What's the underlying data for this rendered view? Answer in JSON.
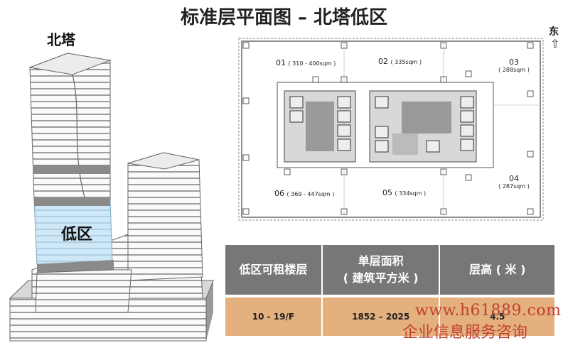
{
  "title": "标准层平面图 – 北塔低区",
  "tower_label": "北塔",
  "zone_label": "低区",
  "compass": {
    "label": "东",
    "arrow": "⇧"
  },
  "floor_plan": {
    "units": [
      {
        "id": "01",
        "area": "( 310 - 400sqm )"
      },
      {
        "id": "02",
        "area": "( 335sqm )"
      },
      {
        "id": "03",
        "area": "( 288sqm )"
      },
      {
        "id": "04",
        "area": "( 287sqm )"
      },
      {
        "id": "05",
        "area": "( 334sqm )"
      },
      {
        "id": "06",
        "area": "( 369 - 447sqm )"
      }
    ]
  },
  "spec_table": {
    "headers": [
      "低区可租楼层",
      "单层面积\n( 建筑平方米 )",
      "层高 ( 米 )"
    ],
    "row": [
      "10 - 19/F",
      "1852 – 2025",
      "4.5"
    ]
  },
  "watermark": {
    "url": "www.h61889.com",
    "text": "企业信息服务咨询"
  },
  "colors": {
    "header_gray": "#777777",
    "row_tan": "#e3b07e",
    "highlight_blue": "#bfe0f4",
    "watermark_red": "#c04030"
  }
}
